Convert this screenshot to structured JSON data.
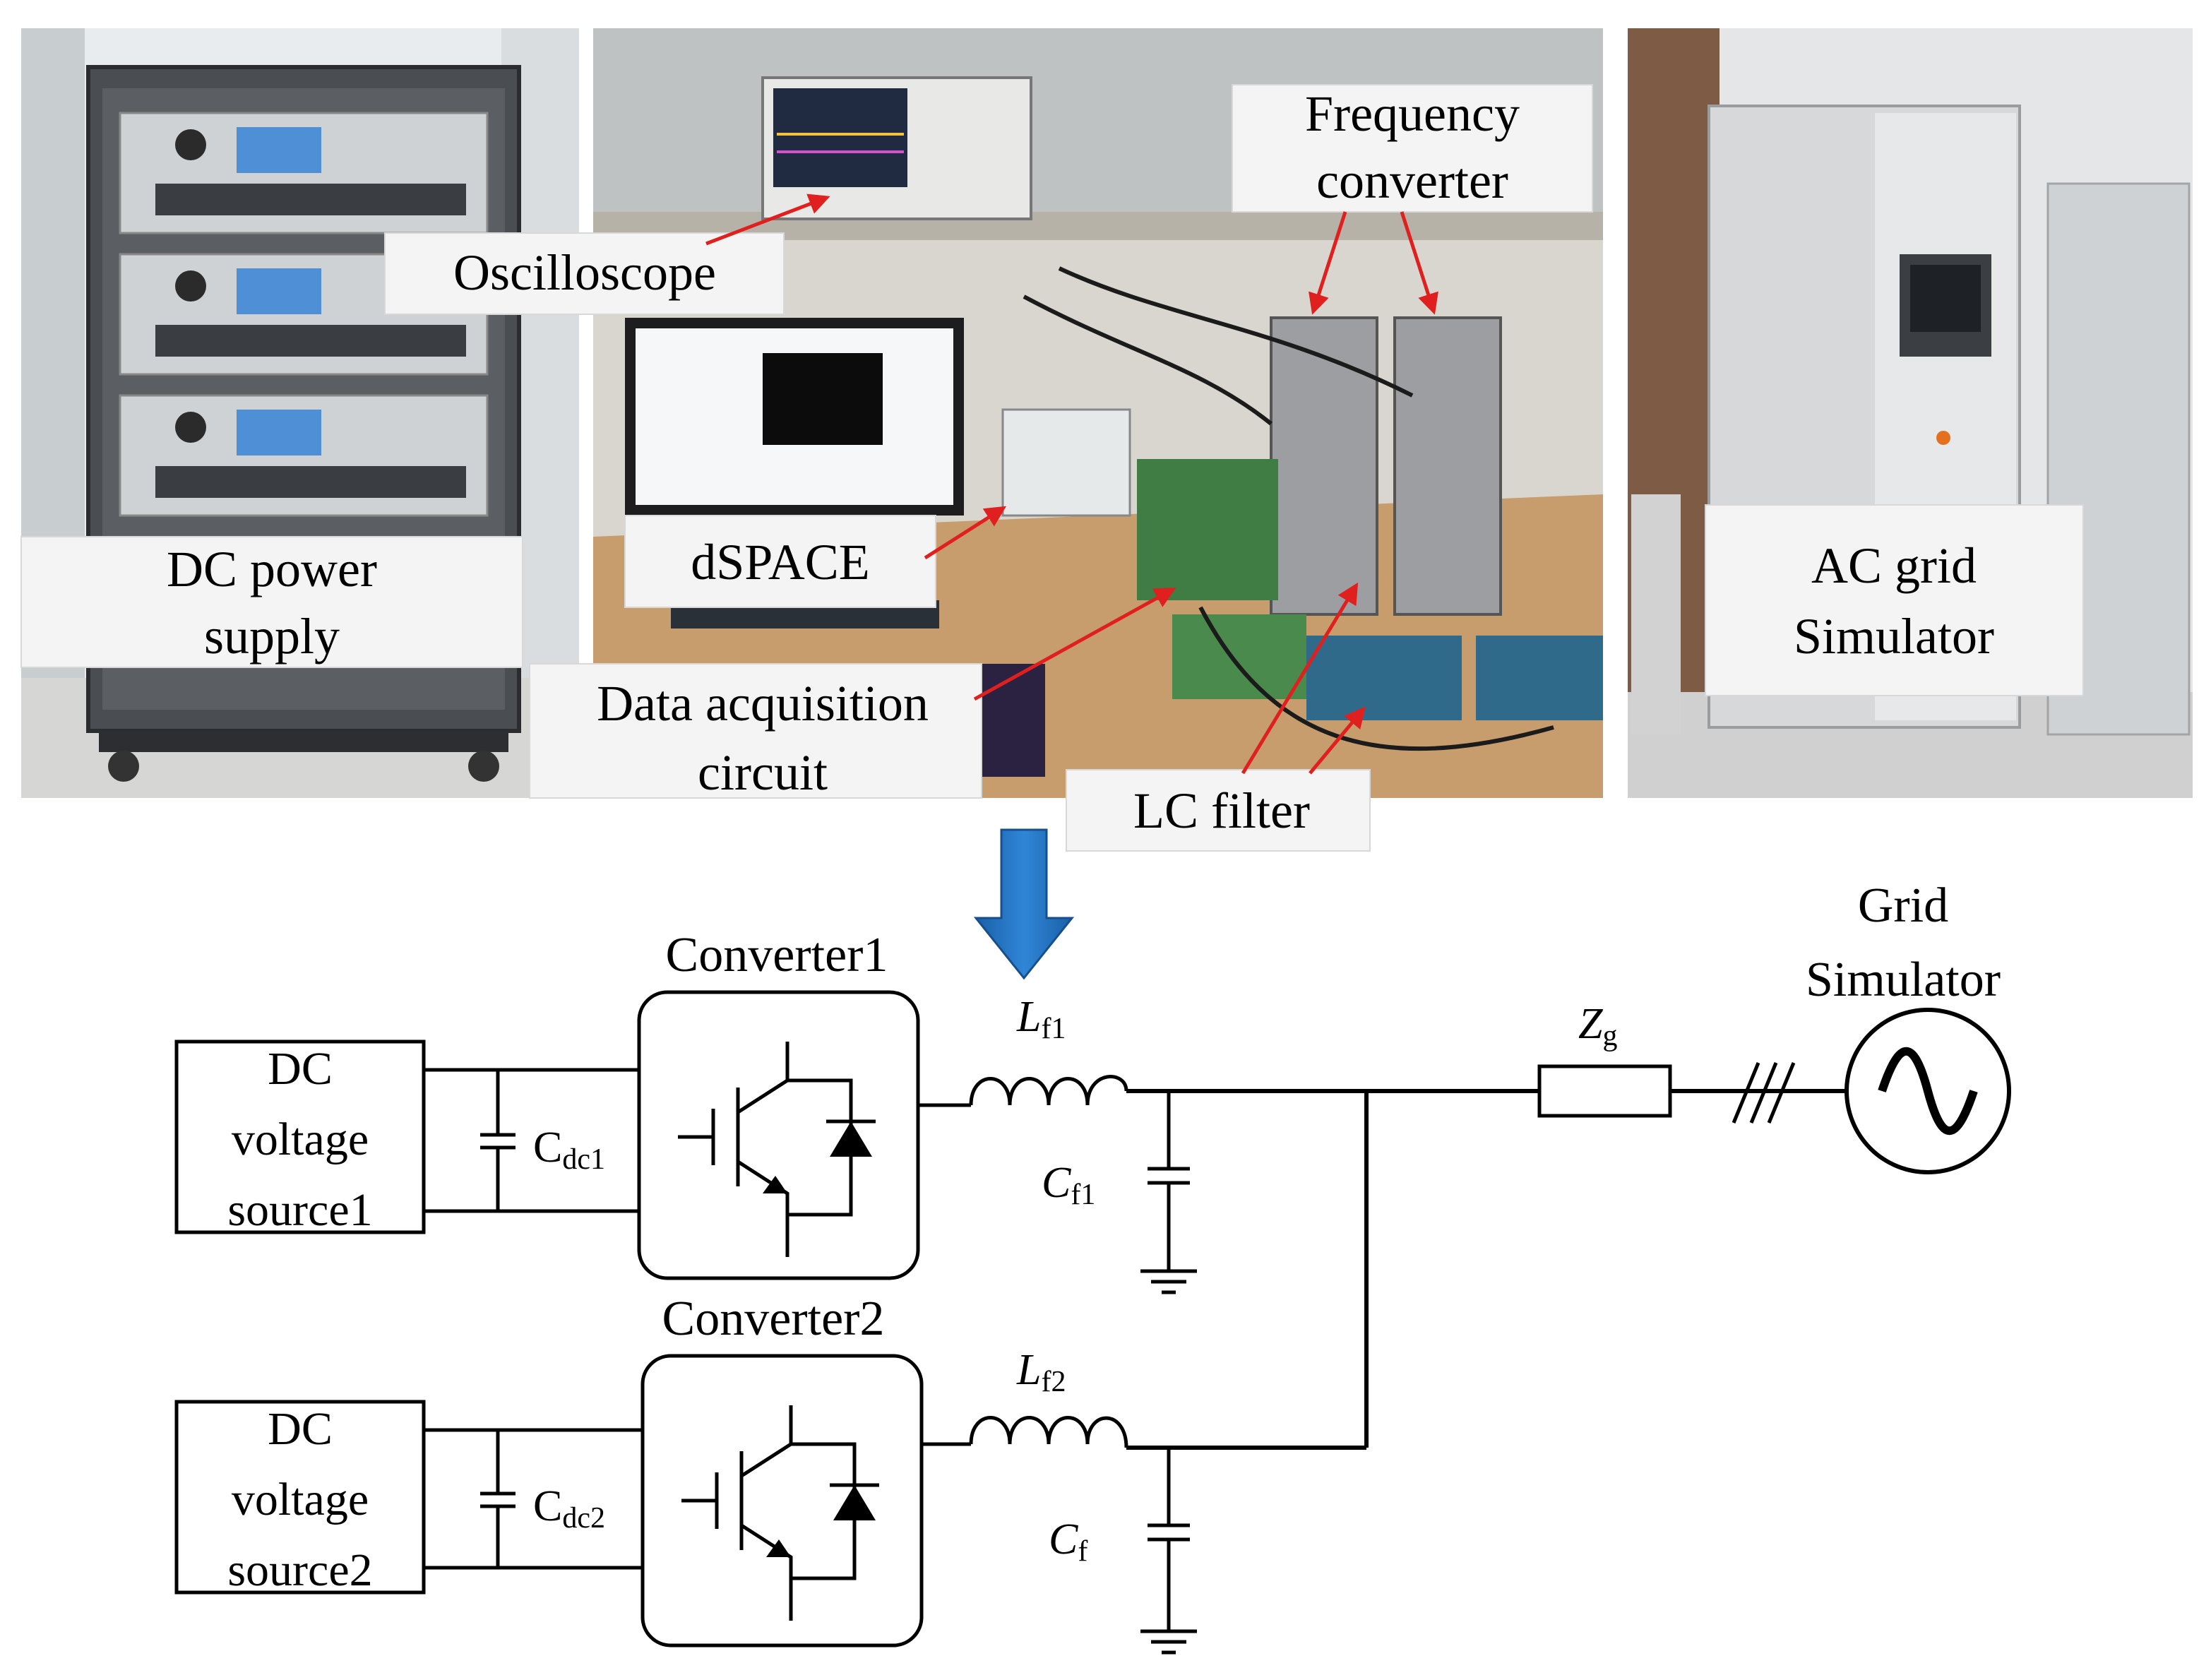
{
  "photos": {
    "left": {
      "labels": [
        "DC power",
        "supply"
      ]
    },
    "middle": {
      "oscilloscope": "Oscilloscope",
      "dspace": "dSPACE",
      "frequency_converter": [
        "Frequency",
        "converter"
      ],
      "data_acquisition": [
        "Data acquisition",
        "circuit"
      ],
      "lc_filter": "LC filter"
    },
    "right": {
      "labels": [
        "AC grid",
        "Simulator"
      ]
    }
  },
  "circuit": {
    "dc_source_1": [
      "DC",
      "voltage",
      "source1"
    ],
    "dc_source_2": [
      "DC",
      "voltage",
      "source2"
    ],
    "converter_1": "Converter1",
    "converter_2": "Converter2",
    "cdc1": {
      "main": "C",
      "sub": "dc1"
    },
    "cdc2": {
      "main": "C",
      "sub": "dc2"
    },
    "lf1": {
      "main": "L",
      "sub": "f1"
    },
    "lf2": {
      "main": "L",
      "sub": "f2"
    },
    "cf1": {
      "main": "C",
      "sub": "f1"
    },
    "cf": {
      "main": "C",
      "sub": "f"
    },
    "zg": {
      "main": "Z",
      "sub": "g"
    },
    "grid_simulator": [
      "Grid",
      "Simulator"
    ]
  },
  "colors": {
    "arrow_red": "#e0201e",
    "flow_arrow_blue": "#1f6fbf"
  }
}
